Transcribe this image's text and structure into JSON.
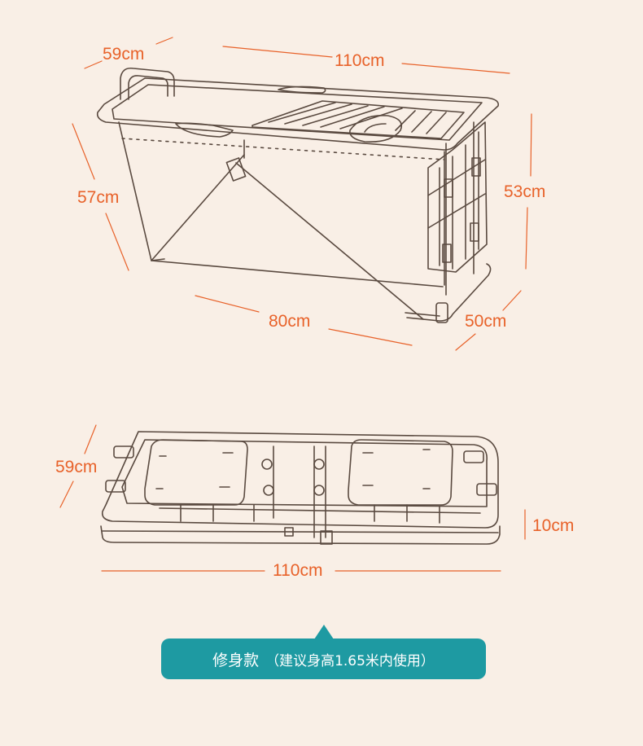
{
  "colors": {
    "background": "#f9efe6",
    "dimension": "#e8622a",
    "line": "#5a4a40",
    "caption_bg": "#1e9aa2",
    "caption_text": "#ffffff"
  },
  "top_view": {
    "width_label": "59cm",
    "length_label": "110cm",
    "height_left_label": "57cm",
    "height_right_label": "53cm",
    "bottom_length_label": "80cm",
    "depth_label": "50cm"
  },
  "folded_view": {
    "width_label": "59cm",
    "thickness_label": "10cm",
    "length_label": "110cm"
  },
  "caption": {
    "main": "修身款",
    "sub": "（建议身高1.65米内使用）"
  }
}
